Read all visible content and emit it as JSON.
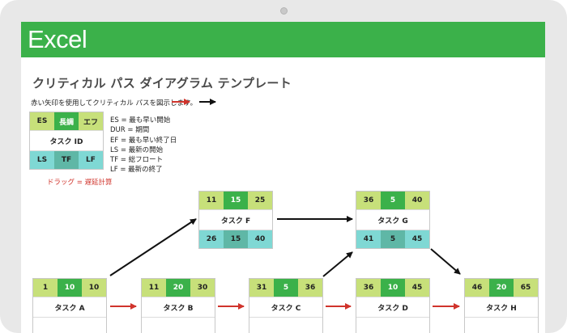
{
  "app": {
    "title": "Excel"
  },
  "page": {
    "title": "クリティカル パス ダイアグラム テンプレート",
    "instruction": "赤い矢印を使用してクリティカル パスを図示します。",
    "drag_note": "ドラッグ = 遅延計算"
  },
  "legend": {
    "es": "ES",
    "dur": "長調",
    "ef": "エフ",
    "task_id": "タスク ID",
    "ls": "LS",
    "tf": "TF",
    "lf": "LF",
    "lines": [
      "ES = 最も早い開始",
      "DUR = 期間",
      "EF = 最も早い終了日",
      "LS = 最新の開始",
      "TF = 総フロート",
      "LF = 最新の終了"
    ]
  },
  "colors": {
    "banner": "#3bb14a",
    "critical_arrow": "#d0342c",
    "normal_arrow": "#111111"
  },
  "tasks": {
    "f": {
      "name": "タスク F",
      "es": "11",
      "dur": "15",
      "ef": "25",
      "ls": "26",
      "tf": "15",
      "lf": "40"
    },
    "g": {
      "name": "タスク G",
      "es": "36",
      "dur": "5",
      "ef": "40",
      "ls": "41",
      "tf": "5",
      "lf": "45"
    },
    "a": {
      "name": "タスク A",
      "es": "1",
      "dur": "10",
      "ef": "10"
    },
    "b": {
      "name": "タスク B",
      "es": "11",
      "dur": "20",
      "ef": "30"
    },
    "c": {
      "name": "タスク C",
      "es": "31",
      "dur": "5",
      "ef": "36"
    },
    "d": {
      "name": "タスク D",
      "es": "36",
      "dur": "10",
      "ef": "45"
    },
    "h": {
      "name": "タスク H",
      "es": "46",
      "dur": "20",
      "ef": "65"
    }
  }
}
